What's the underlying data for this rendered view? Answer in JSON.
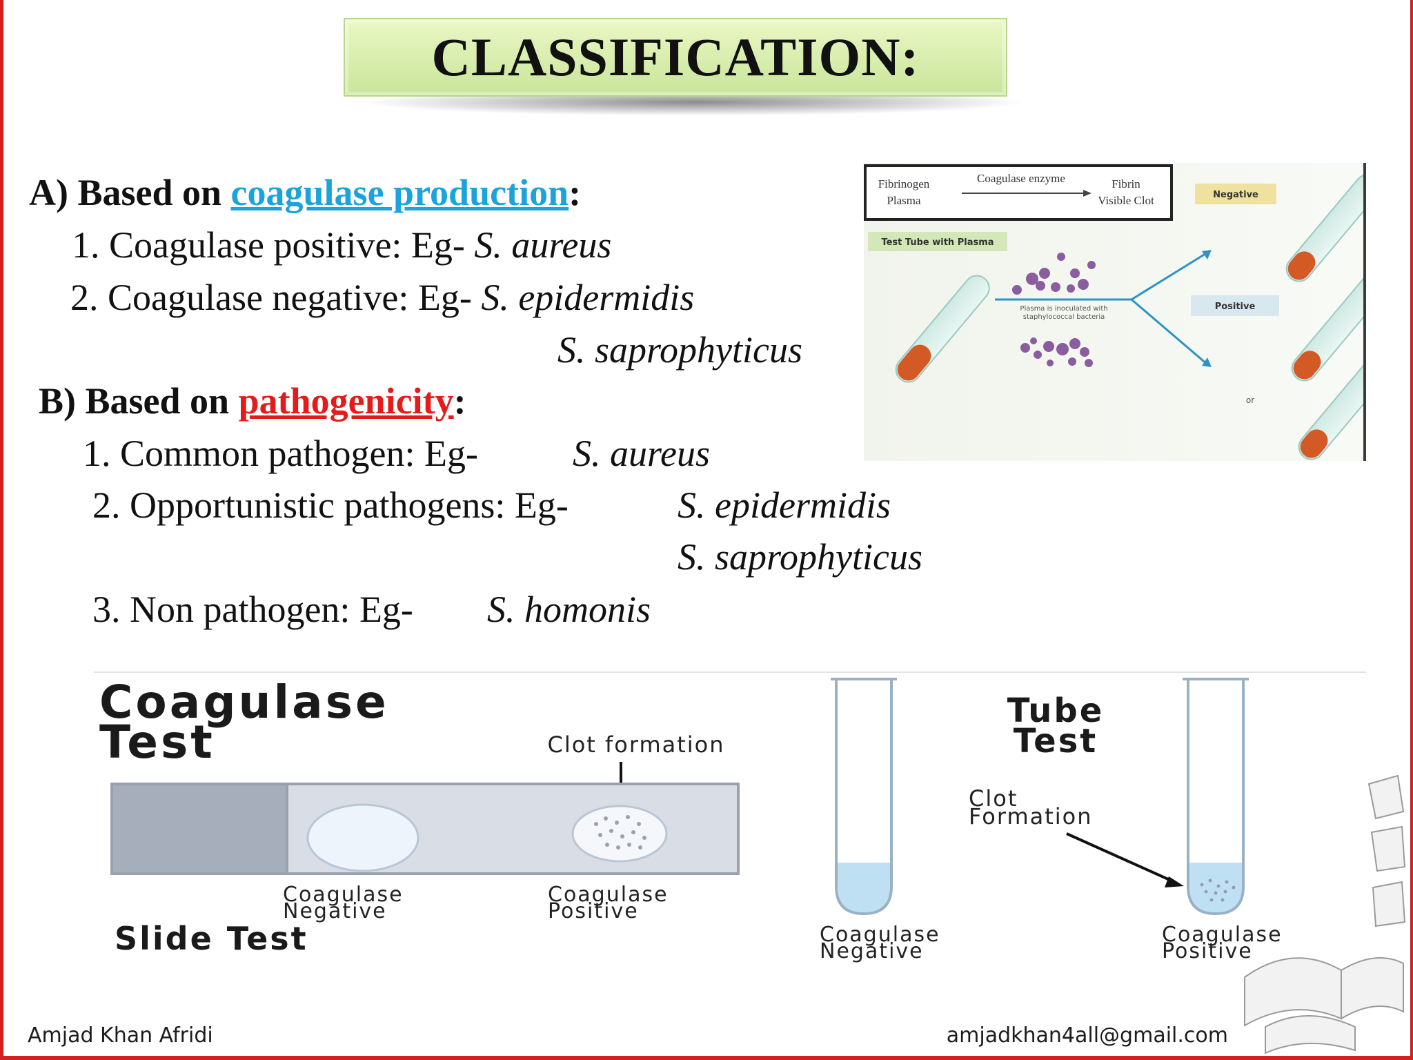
{
  "title": "CLASSIFICATION:",
  "section_a": {
    "prefix": "A) Based on ",
    "keyword": "coagulase production",
    "suffix": ":",
    "items": [
      {
        "label": "1. Coagulase positive: Eg- ",
        "species": "S. aureus"
      },
      {
        "label": "2. Coagulase negative: Eg- ",
        "species": "S. epidermidis",
        "species_2": "S. saprophyticus"
      }
    ]
  },
  "section_b": {
    "prefix": "B) Based on ",
    "keyword": "pathogenicity",
    "suffix": ":",
    "items": [
      {
        "label": "1. Common pathogen: Eg-",
        "species": "S. aureus"
      },
      {
        "label": "2. Opportunistic pathogens: Eg-",
        "species": "S. epidermidis",
        "species_2": "S. saprophyticus"
      },
      {
        "label": "3. Non pathogen: Eg-",
        "species": "S. homonis"
      }
    ]
  },
  "diagram_top": {
    "fibrinogen": "Fibrinogen",
    "plasma": "Plasma",
    "enzyme": "Coagulase enzyme",
    "fibrin": "Fibrin",
    "visible_clot": "Visible Clot",
    "tube_label": "Test Tube with Plasma",
    "inoculated_1": "Plasma is inoculated with",
    "inoculated_2": "staphylococcal bacteria",
    "negative": "Negative",
    "positive": "Positive",
    "or": "or"
  },
  "diagram_bottom": {
    "heading_1": "Coagulase",
    "heading_2": "Test",
    "clot_formation": "Clot formation",
    "slide_neg_1": "Coagulase",
    "slide_neg_2": "Negative",
    "slide_pos_1": "Coagulase",
    "slide_pos_2": "Positive",
    "slide_test": "Slide Test",
    "tube_heading_1": "Tube",
    "tube_heading_2": "Test",
    "tube_clot_1": "Clot",
    "tube_clot_2": "Formation",
    "tube_neg_1": "Coagulase",
    "tube_neg_2": "Negative",
    "tube_pos_1": "Coagulase",
    "tube_pos_2": "Positive"
  },
  "footer": {
    "author": "Amjad Khan Afridi",
    "email": "amjadkhan4all@gmail.com"
  }
}
